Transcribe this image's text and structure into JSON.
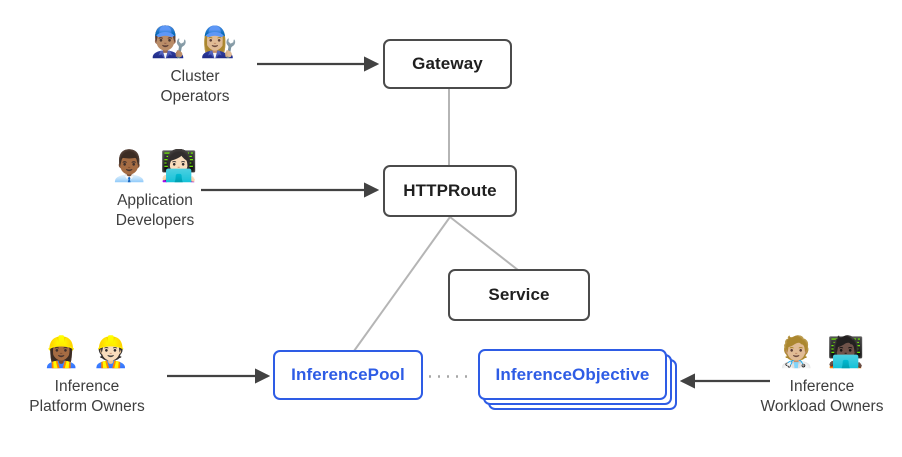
{
  "personas": [
    {
      "emojis": "👨🏽‍🔧 👩🏼‍🔧",
      "lines": [
        "Cluster",
        "Operators"
      ]
    },
    {
      "emojis": "👨🏾‍💼 👩🏻‍💻",
      "lines": [
        "Application",
        "Developers"
      ]
    },
    {
      "emojis": "👷🏾‍♀️ 👷🏻",
      "lines": [
        "Inference",
        "Platform Owners"
      ]
    },
    {
      "emojis": "🧑🏼‍⚕️ 🧑🏿‍💻",
      "lines": [
        "Inference",
        "Workload Owners"
      ]
    }
  ],
  "nodes": {
    "gateway": {
      "label": "Gateway"
    },
    "httproute": {
      "label": "HTTPRoute"
    },
    "service": {
      "label": "Service"
    },
    "inference_pool": {
      "label": "InferencePool"
    },
    "inference_objective": {
      "label": "InferenceObjective"
    }
  },
  "colors": {
    "node_border_gray": "#4b4b4b",
    "node_text_dark": "#1f1f1f",
    "accent_blue": "#2e5ce5",
    "connector_gray": "#b5b5b5",
    "dotted_gray": "#a6a6a6",
    "arrow_dark": "#424242",
    "label_gray": "#3e3e3e",
    "bg": "#ffffff"
  }
}
